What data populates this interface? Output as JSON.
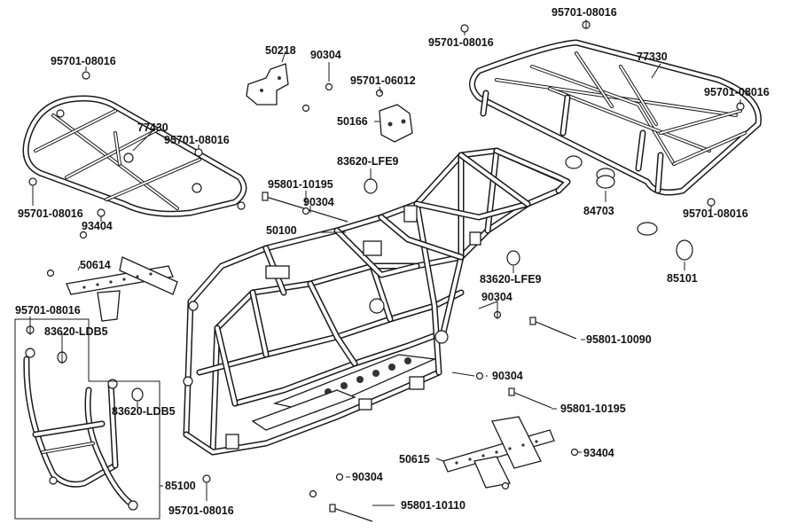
{
  "labels": {
    "p95701_08016_rr_top": "95701-08016",
    "p95701_08016_rr_top2": "95701-08016",
    "p77330": "77330",
    "p95701_08016_rr_right": "95701-08016",
    "p95701_08016_rr_bot": "95701-08016",
    "p84703": "84703",
    "p85101": "85101",
    "p83620_lfe9_r": "83620-LFE9",
    "p90304_mid": "90304",
    "p95801_10090": "95801-10090",
    "p90304_low": "90304",
    "p95801_10195_r": "95801-10195",
    "p93404_r": "93404",
    "p50615": "50615",
    "p90304_bot": "90304",
    "p95801_10110": "95801-10110",
    "p95701_08016_fr_bot": "95701-08016",
    "p85100": "85100",
    "p83620_ldb5_r": "83620-LDB5",
    "p83620_ldb5_l": "83620-LDB5",
    "p95701_08016_left": "95701-08016",
    "p50614": "50614",
    "p93404_l": "93404",
    "p95701_08016_fl": "95701-08016",
    "p95701_08016_fr_mid": "95701-08016",
    "p77430": "77430",
    "p95701_08016_tl": "95701-08016",
    "p50218": "50218",
    "p90304_top": "90304",
    "p95701_06012": "95701-06012",
    "p50166": "50166",
    "p83620_lfe9_top": "83620-LFE9",
    "p95801_10195_top": "95801-10195",
    "p90304_top2": "90304",
    "p50100": "50100"
  }
}
